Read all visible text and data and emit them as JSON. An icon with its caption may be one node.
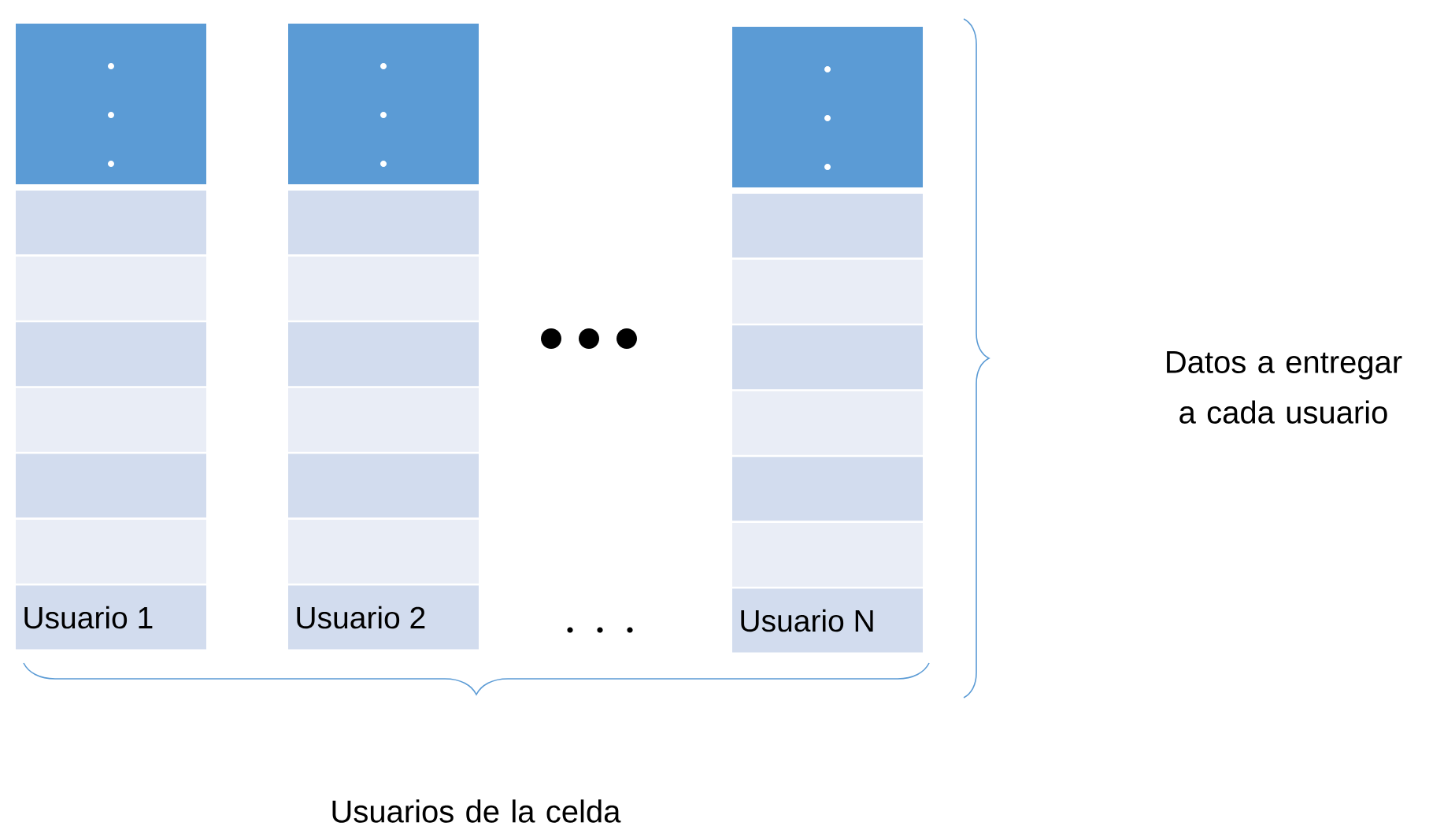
{
  "diagram": {
    "nodes": [
      {
        "text": [],
        "shape": "box"
      },
      {
        "text": [],
        "shape": "box"
      },
      {
        "text": [],
        "shape": "box"
      },
      {
        "text": [],
        "shape": "box"
      },
      {
        "text": [],
        "shape": "box"
      },
      {
        "text": [],
        "shape": "box"
      },
      {
        "text": [],
        "shape": "box"
      },
      {
        "text": [
          "Usuario 1"
        ]
      },
      {
        "text": [],
        "shape": "box"
      },
      {
        "text": [],
        "shape": "box"
      },
      {
        "text": [],
        "shape": "box"
      },
      {
        "text": [],
        "shape": "box"
      },
      {
        "text": [],
        "shape": "box"
      },
      {
        "text": [],
        "shape": "box"
      },
      {
        "text": [],
        "shape": "box"
      },
      {
        "text": [
          "Usuario 2"
        ]
      },
      {
        "text": [],
        "shape": "box"
      },
      {
        "text": [],
        "shape": "box"
      },
      {
        "text": [],
        "shape": "box"
      },
      {
        "text": [],
        "shape": "box"
      },
      {
        "text": [],
        "shape": "box"
      },
      {
        "text": [],
        "shape": "box"
      },
      {
        "text": [],
        "shape": "box"
      },
      {
        "text": [
          "Usuario N"
        ]
      }
    ],
    "labels": [
      "Datos a entregar a cada usuario",
      "Usuarios de la celda"
    ]
  }
}
